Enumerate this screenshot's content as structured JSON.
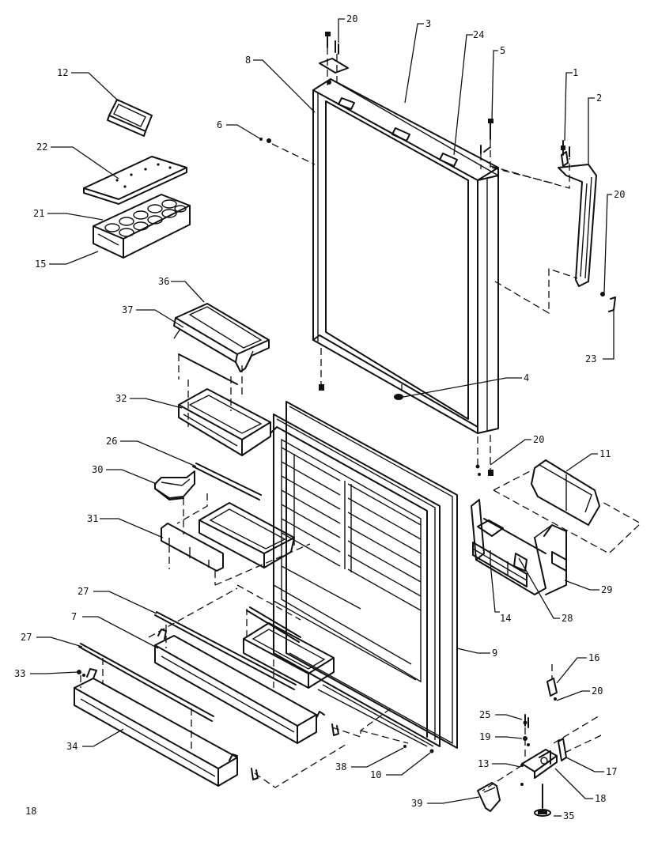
{
  "page_number": "18",
  "callouts": [
    {
      "id": "c1",
      "label": "1"
    },
    {
      "id": "c2",
      "label": "2"
    },
    {
      "id": "c3",
      "label": "3"
    },
    {
      "id": "c4",
      "label": "4"
    },
    {
      "id": "c5",
      "label": "5"
    },
    {
      "id": "c6",
      "label": "6"
    },
    {
      "id": "c7",
      "label": "7"
    },
    {
      "id": "c8",
      "label": "8"
    },
    {
      "id": "c9",
      "label": "9"
    },
    {
      "id": "c10",
      "label": "10"
    },
    {
      "id": "c11",
      "label": "11"
    },
    {
      "id": "c12",
      "label": "12"
    },
    {
      "id": "c13",
      "label": "13"
    },
    {
      "id": "c14",
      "label": "14"
    },
    {
      "id": "c15",
      "label": "15"
    },
    {
      "id": "c16",
      "label": "16"
    },
    {
      "id": "c17",
      "label": "17"
    },
    {
      "id": "c18",
      "label": "18"
    },
    {
      "id": "c19",
      "label": "19"
    },
    {
      "id": "c20a",
      "label": "20"
    },
    {
      "id": "c20b",
      "label": "20"
    },
    {
      "id": "c20c",
      "label": "20"
    },
    {
      "id": "c20d",
      "label": "20"
    },
    {
      "id": "c21",
      "label": "21"
    },
    {
      "id": "c22",
      "label": "22"
    },
    {
      "id": "c23",
      "label": "23"
    },
    {
      "id": "c24",
      "label": "24"
    },
    {
      "id": "c25",
      "label": "25"
    },
    {
      "id": "c26",
      "label": "26"
    },
    {
      "id": "c27a",
      "label": "27"
    },
    {
      "id": "c27b",
      "label": "27"
    },
    {
      "id": "c28",
      "label": "28"
    },
    {
      "id": "c29",
      "label": "29"
    },
    {
      "id": "c30",
      "label": "30"
    },
    {
      "id": "c31",
      "label": "31"
    },
    {
      "id": "c32",
      "label": "32"
    },
    {
      "id": "c33",
      "label": "33"
    },
    {
      "id": "c34",
      "label": "34"
    },
    {
      "id": "c35",
      "label": "35"
    },
    {
      "id": "c36",
      "label": "36"
    },
    {
      "id": "c37",
      "label": "37"
    },
    {
      "id": "c38",
      "label": "38"
    },
    {
      "id": "c39",
      "label": "39"
    }
  ]
}
